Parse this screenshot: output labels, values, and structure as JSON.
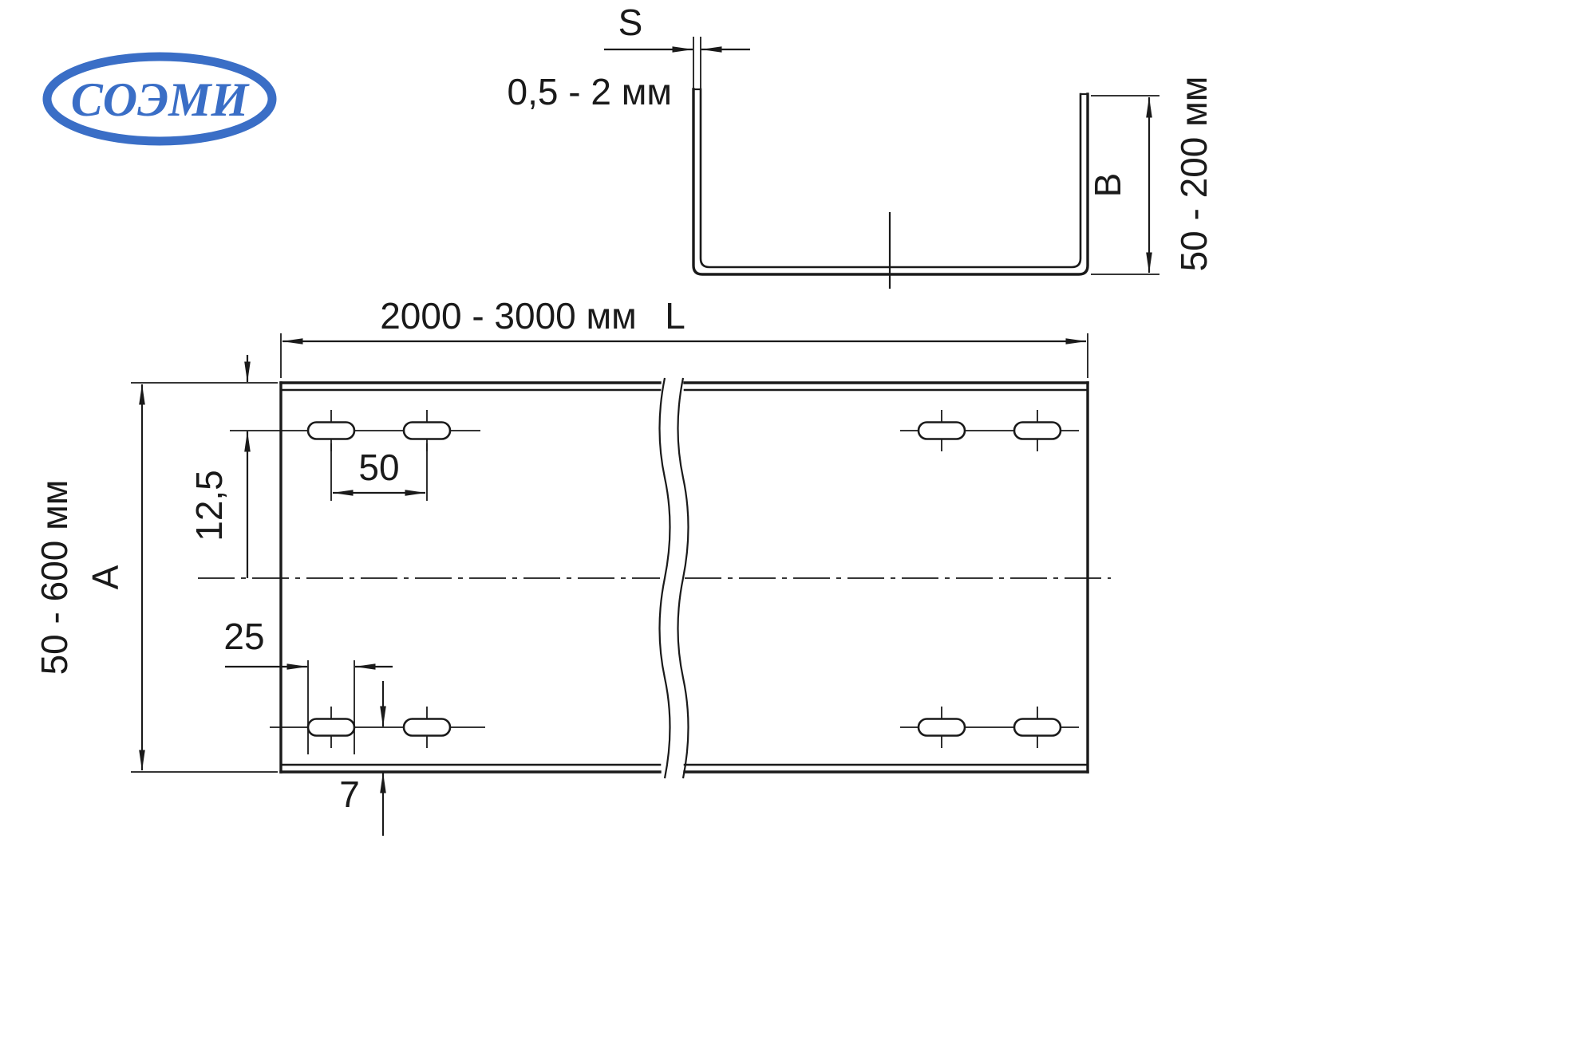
{
  "logo": {
    "text": "СОЭМИ",
    "color": "#3a6ec6"
  },
  "section_view": {
    "thickness_letter": "S",
    "thickness_range": "0,5 - 2 мм",
    "height_letter": "B",
    "height_range": "50 - 200 мм"
  },
  "plan_view": {
    "length_range": "2000 - 3000 мм",
    "length_letter": "L",
    "width_letter": "A",
    "width_range": "50 - 600 мм",
    "slot_pitch": "50",
    "row_offset": "12,5",
    "slot_length": "25",
    "edge_offset": "7"
  },
  "colors": {
    "line": "#1a1a1a",
    "background": "#ffffff",
    "logo_blue": "#3a6ec6"
  }
}
